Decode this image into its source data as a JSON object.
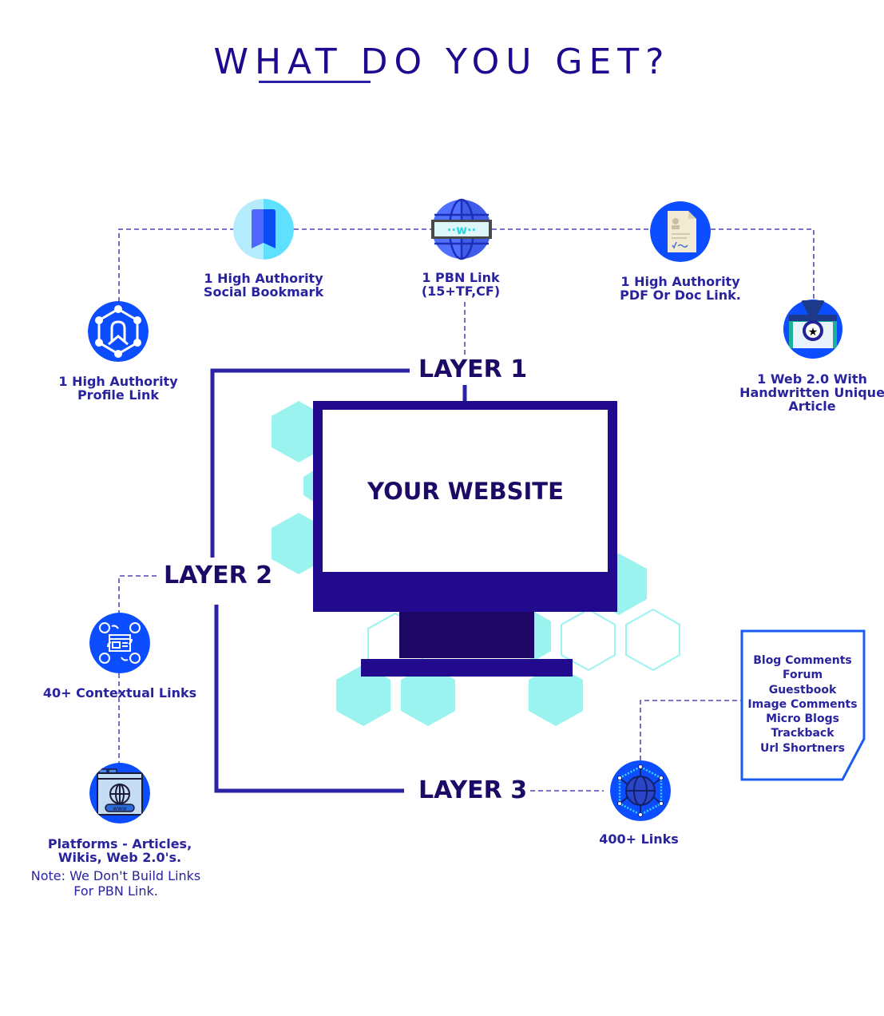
{
  "title": "WHAT DO YOU GET?",
  "center": {
    "label": "YOUR WEBSITE"
  },
  "layers": {
    "layer1": "LAYER 1",
    "layer2": "LAYER 2",
    "layer3": "LAYER 3"
  },
  "layer1_items": [
    {
      "icon": "profile-network-icon",
      "lines": [
        "1 High Authority",
        "Profile Link"
      ]
    },
    {
      "icon": "bookmark-icon",
      "lines": [
        "1 High Authority",
        "Social Bookmark"
      ]
    },
    {
      "icon": "globe-www-icon",
      "lines": [
        "1 PBN Link",
        "(15+TF,CF)"
      ]
    },
    {
      "icon": "document-icon",
      "lines": [
        "1 High Authority",
        "PDF Or Doc Link."
      ]
    },
    {
      "icon": "web-medal-icon",
      "lines": [
        "1 Web 2.0 With",
        "Handwritten Unique",
        "Article"
      ]
    }
  ],
  "layer2_items": [
    {
      "icon": "contextual-links-icon",
      "lines": [
        "40+ Contextual Links"
      ]
    },
    {
      "icon": "browser-www-icon",
      "lines": [
        "Platforms - Articles,",
        "Wikis, Web 2.0's."
      ]
    }
  ],
  "layer2_note": [
    "Note: We Don't Build Links",
    "For PBN Link."
  ],
  "layer3_item": {
    "icon": "globe-network-icon",
    "lines": [
      "400+ Links"
    ]
  },
  "layer3_list": [
    "Blog Comments",
    "Forum",
    "Guestbook",
    "Image Comments",
    "Micro Blogs",
    "Trackback",
    "Url Shortners"
  ],
  "colors": {
    "navy": "#1f0a8f",
    "brand_blue": "#0b4dff",
    "hex_teal": "#9af3ee",
    "line": "#2a23a6"
  }
}
